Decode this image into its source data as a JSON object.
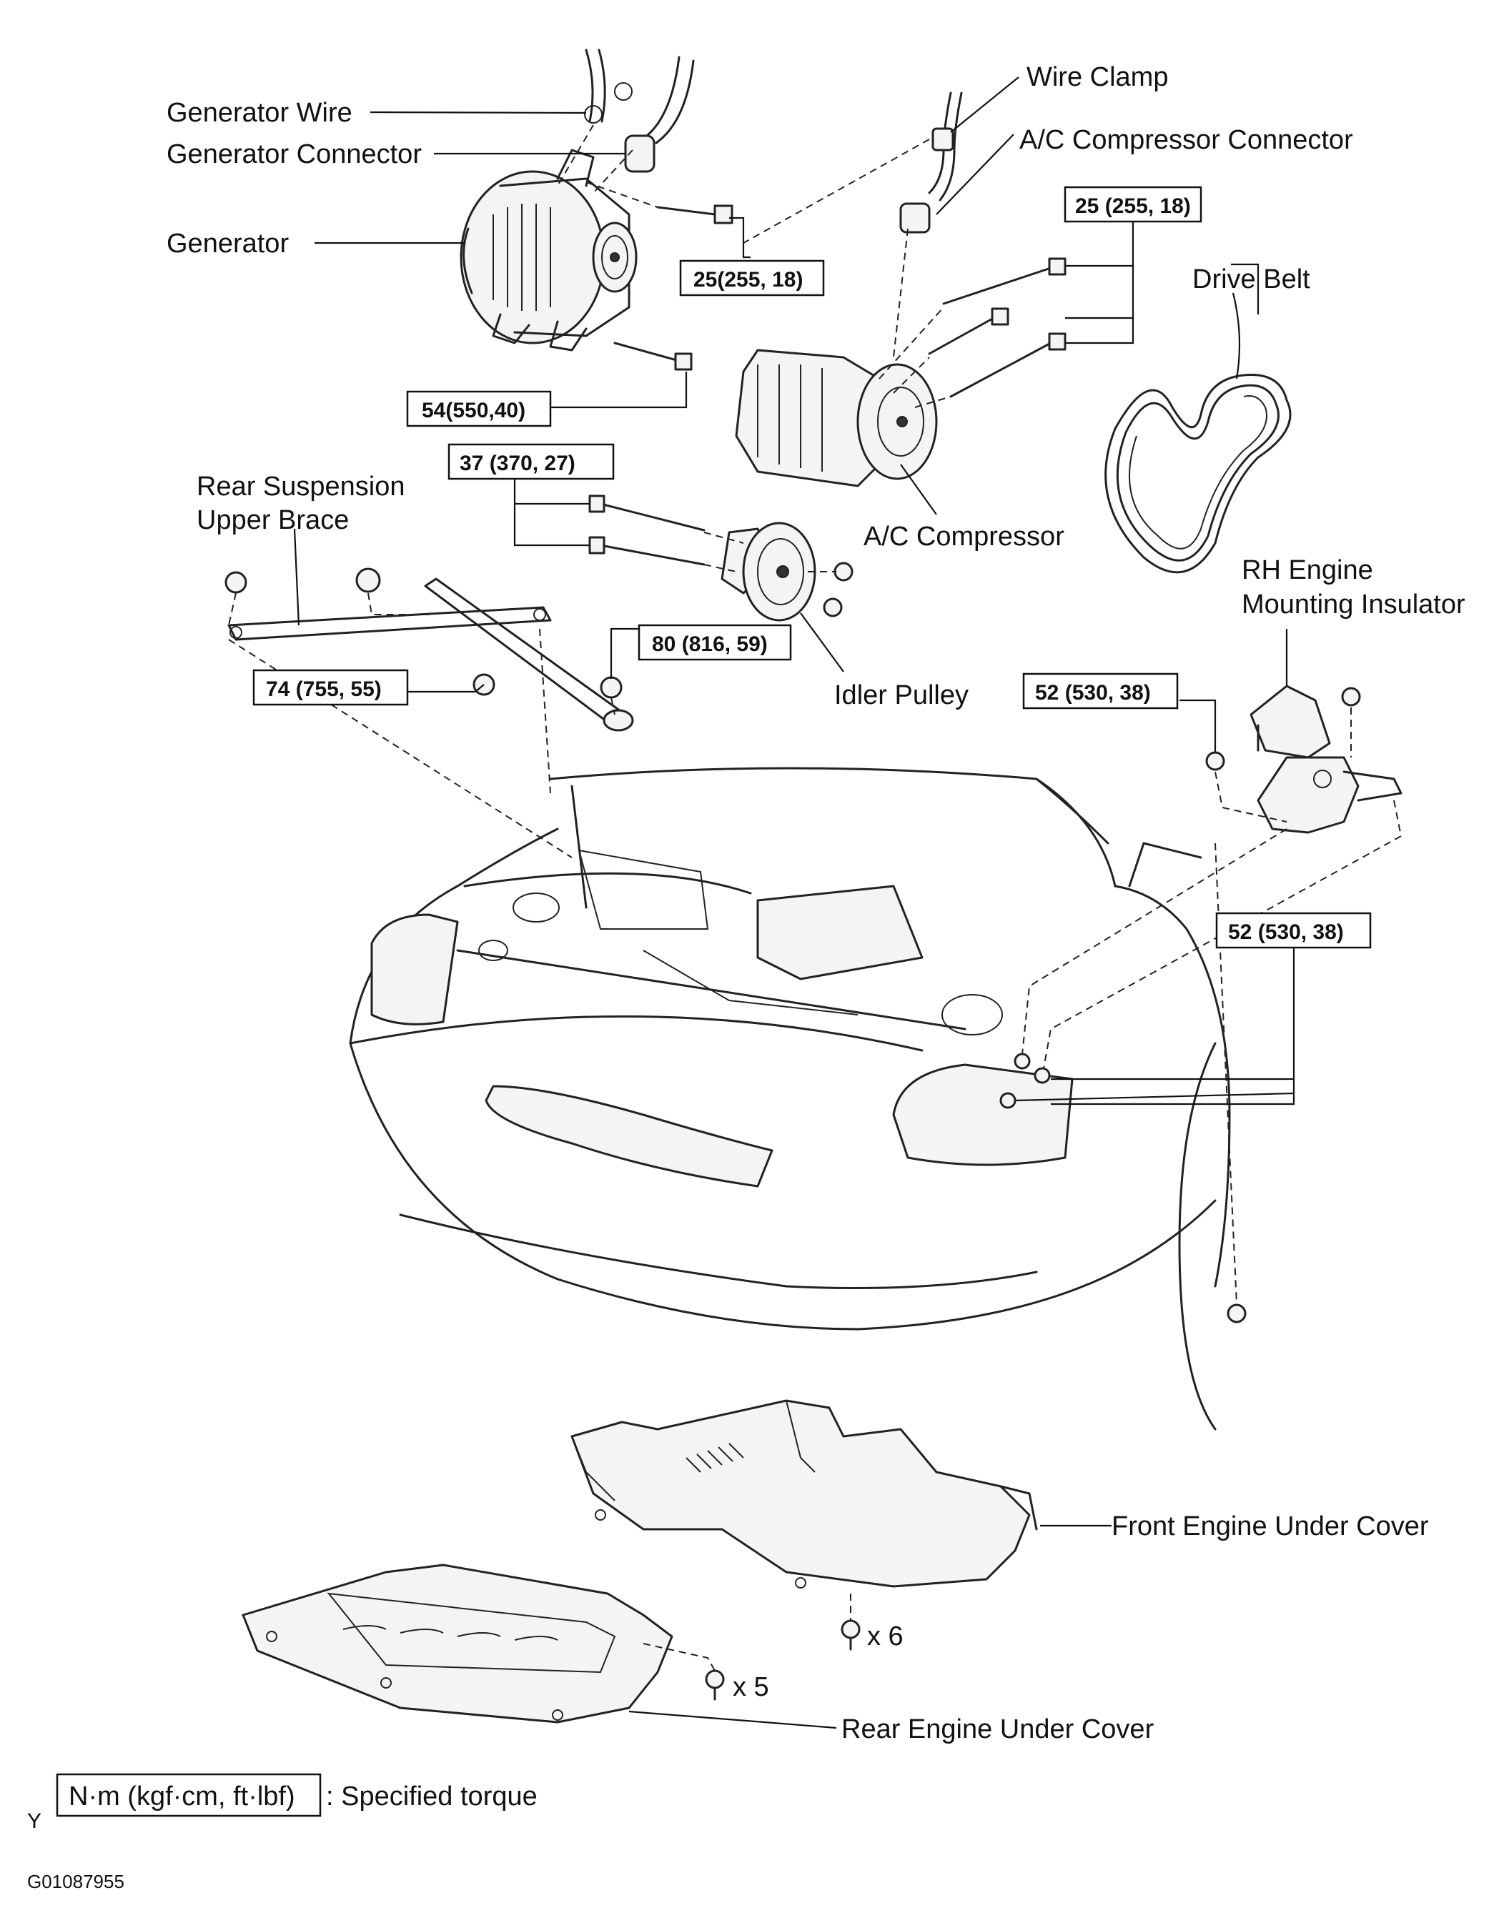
{
  "labels": {
    "generator_wire": "Generator Wire",
    "generator_connector": "Generator Connector",
    "generator": "Generator",
    "wire_clamp": "Wire Clamp",
    "ac_compressor_connector": "A/C Compressor Connector",
    "drive_belt": "Drive Belt",
    "ac_compressor": "A/C Compressor",
    "rear_suspension_upper_brace_line1": "Rear Suspension",
    "rear_suspension_upper_brace_line2": "Upper Brace",
    "idler_pulley": "Idler Pulley",
    "rh_engine_mounting_insulator_line1": "RH Engine",
    "rh_engine_mounting_insulator_line2": "Mounting Insulator",
    "front_engine_under_cover": "Front Engine Under Cover",
    "rear_engine_under_cover": "Rear Engine Under Cover",
    "qty_x6": "x 6",
    "qty_x5": "x 5"
  },
  "torques": {
    "generator_upper": "25(255, 18)",
    "generator_lower": "54(550,40)",
    "compressor": "25 (255, 18)",
    "idler_pulley": "37 (370, 27)",
    "idler_nut": "80 (816, 59)",
    "brace": "74 (755, 55)",
    "mount_upper": "52 (530, 38)",
    "mount_lower": "52 (530, 38)"
  },
  "legend": {
    "unit": "N·m (kgf·cm, ft·lbf)",
    "text": ": Specified torque"
  },
  "footer": {
    "corner": "Y",
    "figure_code": "G01087955"
  }
}
